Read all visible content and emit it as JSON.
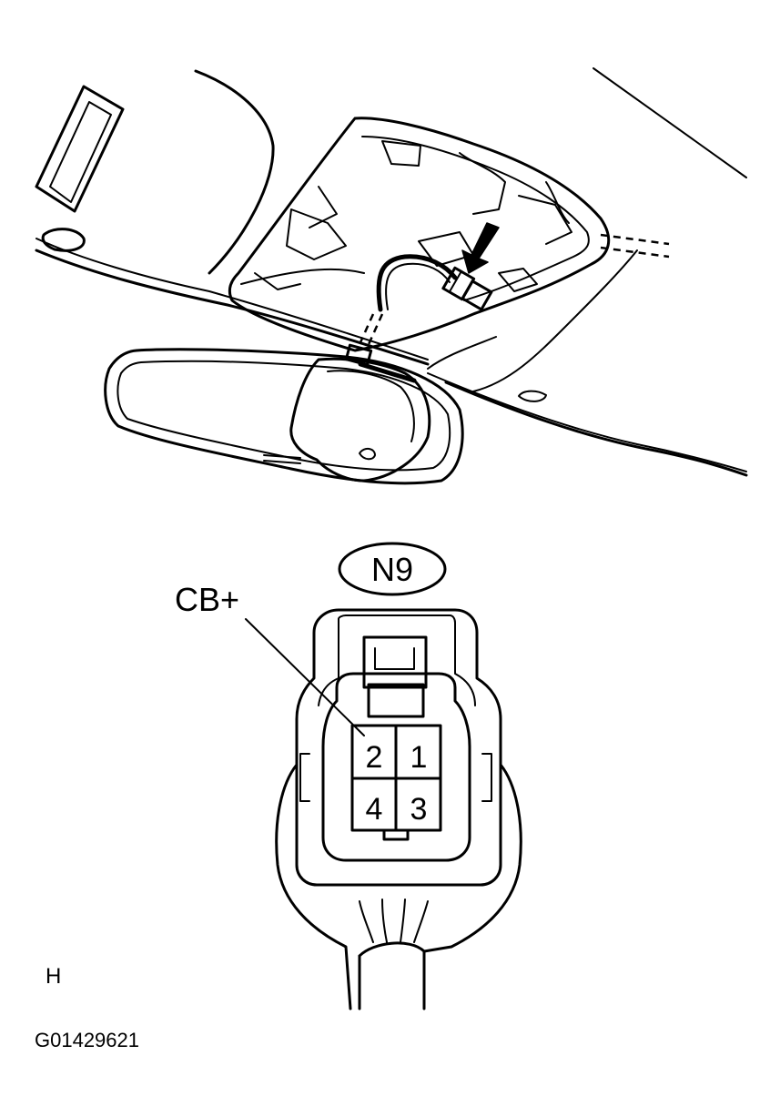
{
  "connector": {
    "code": "N9",
    "terminal_label": "CB+",
    "pins": [
      "2",
      "1",
      "4",
      "3"
    ]
  },
  "corner_letter": "H",
  "figure_id": "G01429621"
}
